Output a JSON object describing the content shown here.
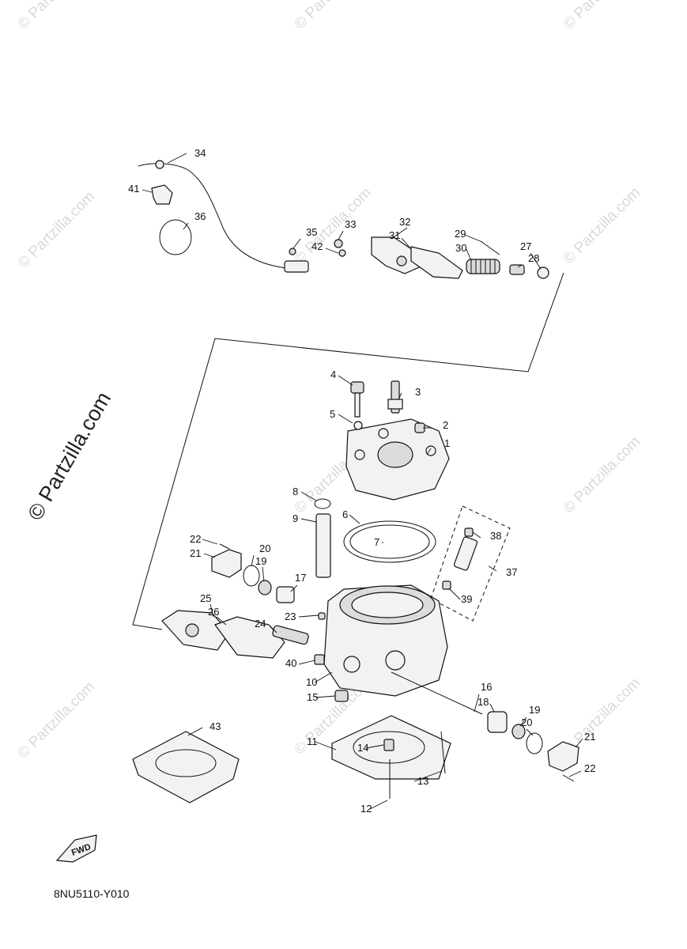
{
  "watermark": {
    "small_text": "© Partzilla.com",
    "big_text": "© Partzilla.com"
  },
  "diagram_code": "8NU5110-Y010",
  "fwd_label": "FWD",
  "callouts": [
    "1",
    "2",
    "3",
    "4",
    "5",
    "6",
    "7",
    "8",
    "9",
    "10",
    "11",
    "12",
    "13",
    "14",
    "15",
    "16",
    "17",
    "18",
    "19",
    "20",
    "21",
    "22",
    "23",
    "24",
    "25",
    "26",
    "27",
    "28",
    "29",
    "30",
    "31",
    "32",
    "33",
    "34",
    "35",
    "36",
    "37",
    "38",
    "39",
    "40",
    "41",
    "42",
    "43",
    "19",
    "20",
    "21",
    "22"
  ],
  "colors": {
    "line": "#111111",
    "watermark": "#d9d9d9"
  }
}
